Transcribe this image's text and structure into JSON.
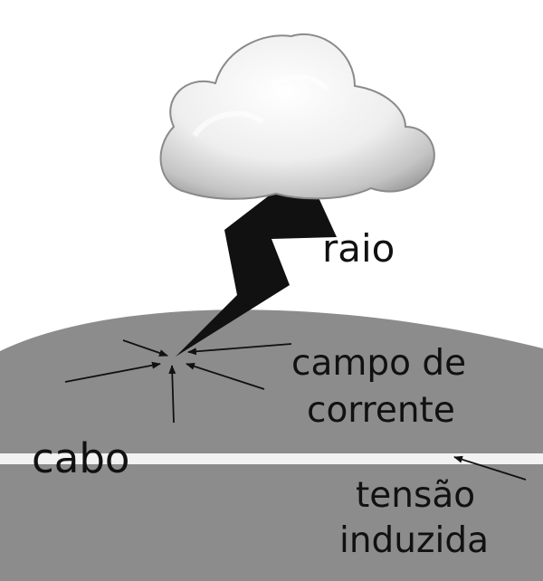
{
  "labels": {
    "lightning": "raio",
    "current_field_line1": "campo de",
    "current_field_line2": "corrente",
    "cable": "cabo",
    "induced_voltage_line1": "tensão",
    "induced_voltage_line2": "induzida"
  },
  "colors": {
    "background": "#ffffff",
    "ground": "#8c8c8c",
    "cable": "#f2f2f2",
    "lightning": "#111111",
    "text": "#111111",
    "cloud_light": "#ffffff",
    "cloud_shadow": "#9a9a9a"
  }
}
